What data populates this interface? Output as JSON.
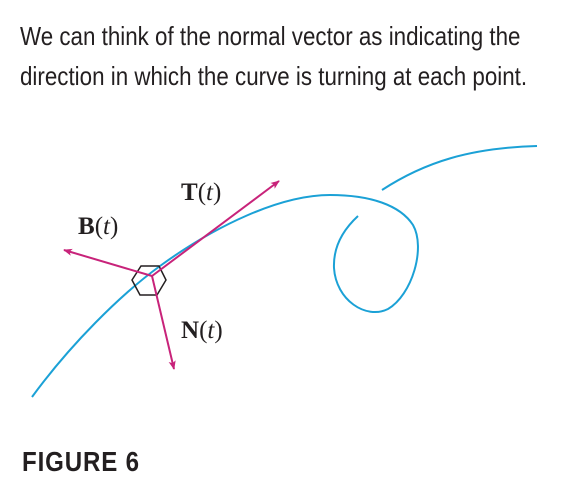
{
  "caption": "We can think of the normal vector as indicating the direction in which the curve is turning at each point.",
  "figure_label": "FIGURE 6",
  "vectors": {
    "T": {
      "letter": "T",
      "open": "(",
      "param": "t",
      "close": ")"
    },
    "B": {
      "letter": "B",
      "open": "(",
      "param": "t",
      "close": ")"
    },
    "N": {
      "letter": "N",
      "open": "(",
      "param": "t",
      "close": ")"
    }
  },
  "colors": {
    "curve": "#1ba1d6",
    "vectors": "#c8237a",
    "text": "#231f20"
  }
}
